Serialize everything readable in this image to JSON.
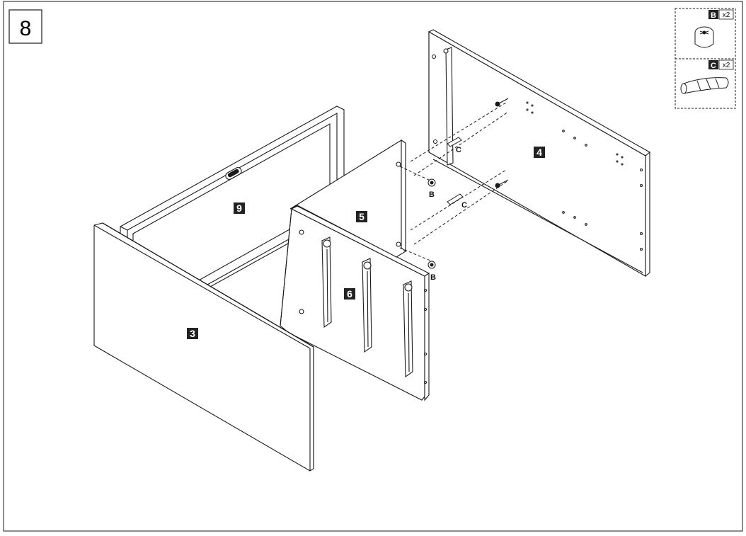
{
  "step": {
    "number": "8"
  },
  "parts": [
    {
      "id": "panel-3",
      "label": "3"
    },
    {
      "id": "panel-4",
      "label": "4"
    },
    {
      "id": "panel-5",
      "label": "5"
    },
    {
      "id": "panel-6",
      "label": "6"
    },
    {
      "id": "panel-9",
      "label": "9"
    }
  ],
  "hardware_callouts": [
    {
      "letter": "B"
    },
    {
      "letter": "B"
    },
    {
      "letter": "C"
    },
    {
      "letter": "C"
    }
  ],
  "inventory": [
    {
      "letter": "B",
      "quantity": "x2",
      "icon": "cam-lock-icon"
    },
    {
      "letter": "C",
      "quantity": "x2",
      "icon": "wooden-dowel-icon"
    }
  ],
  "colors": {
    "line": "#1a1a1a",
    "tag_fill": "#222222",
    "background": "#ffffff"
  }
}
